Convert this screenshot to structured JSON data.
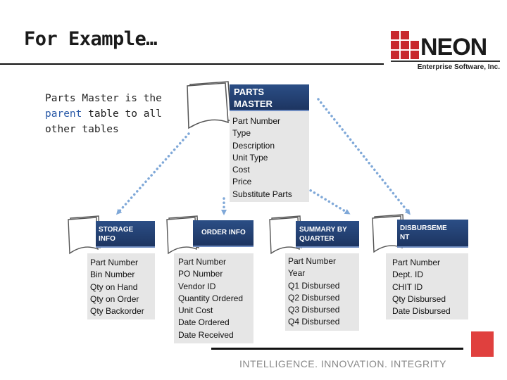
{
  "slide": {
    "title": "For Example…"
  },
  "logo": {
    "word": "NEON",
    "subtitle": "Enterprise Software, Inc."
  },
  "note": {
    "prefix": "Parts Master is the ",
    "highlight": "parent",
    "suffix": " table to all other tables"
  },
  "tables": {
    "parts_master": {
      "header": "PARTS MASTER",
      "fields": [
        "Part Number",
        "Type",
        "Description",
        "Unit Type",
        "Cost",
        "Price",
        "Substitute Parts"
      ]
    },
    "storage_info": {
      "header": "STORAGE INFO",
      "fields": [
        "Part Number",
        "Bin Number",
        "Qty on Hand",
        "Qty on Order",
        "Qty Backorder"
      ]
    },
    "order_info": {
      "header": "ORDER INFO",
      "fields": [
        "Part Number",
        "PO Number",
        "Vendor ID",
        "Quantity Ordered",
        "Unit Cost",
        "Date Ordered",
        "Date Received"
      ]
    },
    "summary_by_quarter": {
      "header": "SUMMARY BY QUARTER",
      "fields": [
        "Part Number",
        "Year",
        "Q1 Disbursed",
        "Q2 Disbursed",
        "Q3 Disbursed",
        "Q4 Disbursed"
      ]
    },
    "disbursement": {
      "header": "DISBURSEME NT",
      "fields": [
        "Part Number",
        "Dept. ID",
        "CHIT ID",
        "Qty Disbursed",
        "Date Disbursed"
      ]
    }
  },
  "footer": {
    "tagline": "INTELLIGENCE. INNOVATION. INTEGRITY"
  },
  "colors": {
    "header_blue": "#1d3561",
    "accent_red": "#c8282d",
    "arrow_blue": "#7fa8d8",
    "panel_gray": "#e6e6e6"
  }
}
